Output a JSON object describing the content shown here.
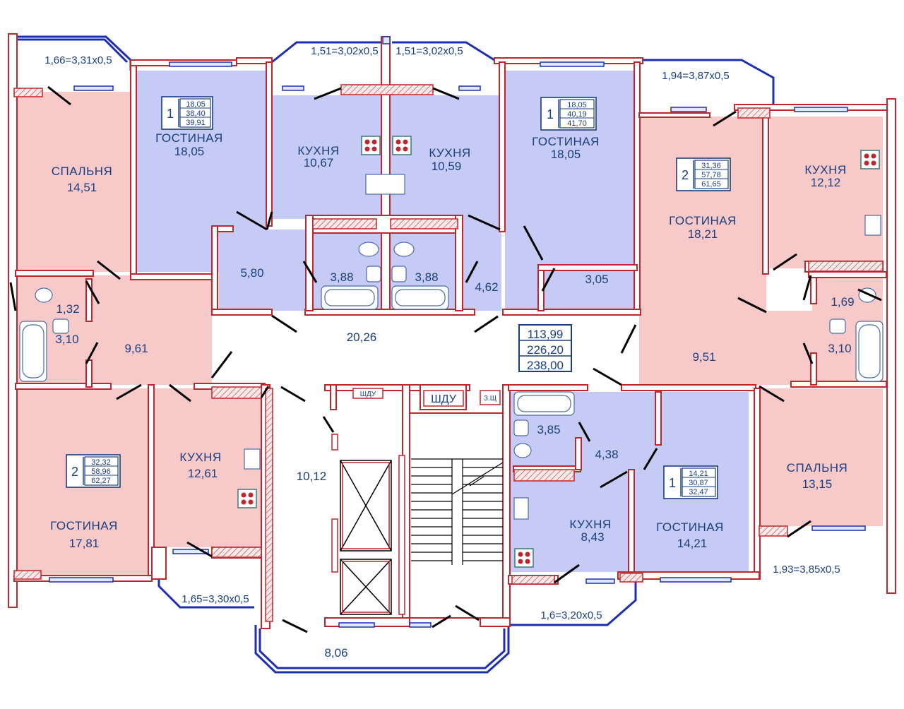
{
  "rooms": {
    "r_bedroom_left": {
      "label": "СПАЛЬНЯ",
      "area": "14,51"
    },
    "r_living_a": {
      "label": "ГОСТИНАЯ",
      "area": "18,05"
    },
    "r_kitchen_b": {
      "label": "КУХНЯ",
      "area": "10,67"
    },
    "r_kitchen_c": {
      "label": "КУХНЯ",
      "area": "10,59"
    },
    "r_living_d": {
      "label": "ГОСТИНАЯ",
      "area": "18,05"
    },
    "r_living_e": {
      "label": "ГОСТИНАЯ",
      "area": "18,21"
    },
    "r_kitchen_e": {
      "label": "КУХНЯ",
      "area": "12,12"
    },
    "r_living_f": {
      "label": "ГОСТИНАЯ",
      "area": "17,81"
    },
    "r_kitchen_f": {
      "label": "КУХНЯ",
      "area": "12,61"
    },
    "r_kitchen_g": {
      "label": "КУХНЯ",
      "area": "8,43"
    },
    "r_living_g": {
      "label": "ГОСТИНАЯ",
      "area": "14,21"
    },
    "r_bedroom_right": {
      "label": "СПАЛЬНЯ",
      "area": "13,15"
    }
  },
  "areas": {
    "a_132": "1,32",
    "a_310_left": "3,10",
    "a_961": "9,61",
    "a_580": "5,80",
    "a_388_l": "3,88",
    "a_388_r": "3,88",
    "a_462": "4,62",
    "a_305": "3,05",
    "a_169": "1,69",
    "a_310_right": "3,10",
    "a_951": "9,51",
    "a_2026": "20,26",
    "a_1012": "10,12",
    "a_385": "3,85",
    "a_438": "4,38",
    "a_806": "8,06"
  },
  "balconies": {
    "b1": "1,66=3,31x0,5",
    "b2": "1,51=3,02x0,5",
    "b3": "1,51=3,02x0,5",
    "b4": "1,94=3,87x0,5",
    "b5": "1,65=3,30x0,5",
    "b6": "1,6=3,20x0,5",
    "b7": "1,93=3,85x0,5"
  },
  "unit_boxes": {
    "ua": {
      "rooms": "1",
      "v1": "18,05",
      "v2": "38,40",
      "v3": "39,91"
    },
    "ud": {
      "rooms": "1",
      "v1": "18,05",
      "v2": "40,19",
      "v3": "41,70"
    },
    "ue": {
      "rooms": "2",
      "v1": "31,36",
      "v2": "57,78",
      "v3": "61,65"
    },
    "uf": {
      "rooms": "2",
      "v1": "32,32",
      "v2": "58,96",
      "v3": "62,27"
    },
    "ug": {
      "rooms": "1",
      "v1": "14,21",
      "v2": "30,87",
      "v3": "32,47"
    }
  },
  "floor_total": {
    "v1": "113,99",
    "v2": "226,20",
    "v3": "238,00"
  },
  "labels": {
    "shdu_small": "ШДУ",
    "shdu": "ШДУ",
    "zsch": "З.Щ"
  },
  "colors": {
    "wall": "#c0262d",
    "blue_zone": "#c5cbf5",
    "pink_zone": "#f8c9c9",
    "window": "#1d2fb0",
    "text": "#1a3f80"
  }
}
